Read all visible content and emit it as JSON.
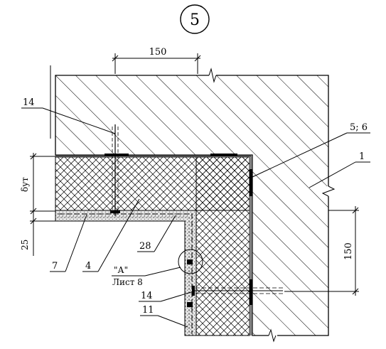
{
  "drawing": {
    "detail_number": "5",
    "dimensions": {
      "top_150": "150",
      "right_150": "150",
      "left_25": "25",
      "left_thickness": "δут"
    },
    "callouts": [
      {
        "id": "c14top",
        "text": "14"
      },
      {
        "id": "c56",
        "text": "5; 6"
      },
      {
        "id": "c1",
        "text": "1"
      },
      {
        "id": "c7",
        "text": "7"
      },
      {
        "id": "c4",
        "text": "4"
      },
      {
        "id": "c28",
        "text": "28"
      },
      {
        "id": "cA",
        "text": "\"А\""
      },
      {
        "id": "cSheet",
        "text": "Лист 8"
      },
      {
        "id": "c14bot",
        "text": "14"
      },
      {
        "id": "c11",
        "text": "11"
      }
    ]
  }
}
